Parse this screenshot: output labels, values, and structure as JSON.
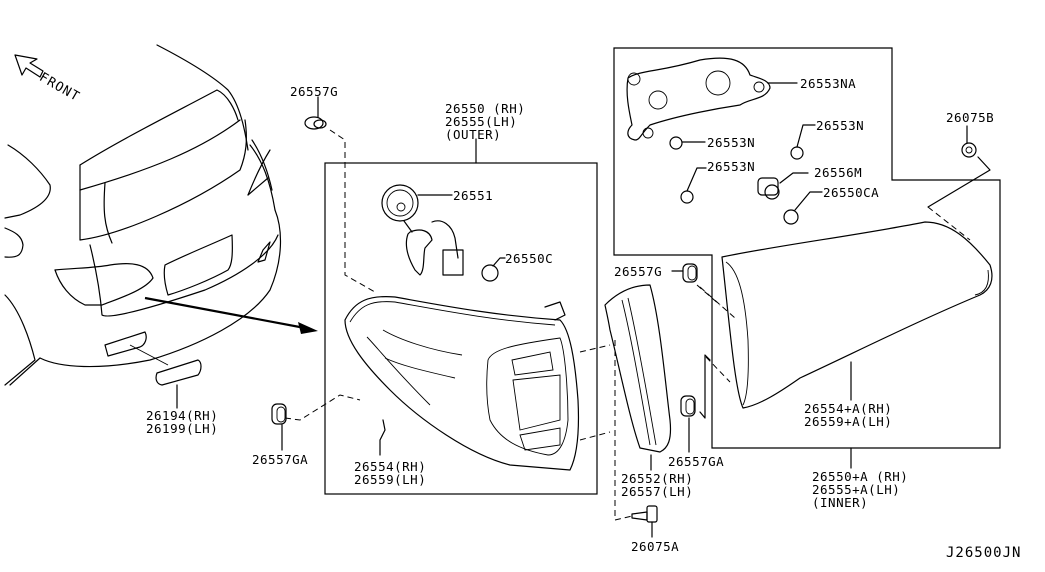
{
  "diagram": {
    "title_code": "J26500JN",
    "orientation_label": "FRONT",
    "outer_assembly": {
      "part_numbers": [
        "26550 (RH)",
        "26555(LH)"
      ],
      "note": "(OUTER)"
    },
    "inner_assembly": {
      "part_numbers": [
        "26550+A (RH)",
        "26555+A(LH)"
      ],
      "note": "(INNER)"
    },
    "callouts": {
      "p26557G_top": "26557G",
      "p26551": "26551",
      "p26550C": "26550C",
      "p26553NA": "26553NA",
      "p26553N_a": "26553N",
      "p26553N_b": "26553N",
      "p26553N_c": "26553N",
      "p26556M": "26556M",
      "p26550CA": "26550CA",
      "p26075B": "26075B",
      "p26557G_mid": "26557G",
      "p26194": "26194(RH)",
      "p26199": "26199(LH)",
      "p26557GA_left": "26557GA",
      "p26554": "26554(RH)",
      "p26559": "26559(LH)",
      "p26552": "26552(RH)",
      "p26557LH": "26557(LH)",
      "p26557GA_right": "26557GA",
      "p26075A": "26075A",
      "p26554A": "26554+A(RH)",
      "p26559A": "26559+A(LH)"
    }
  }
}
